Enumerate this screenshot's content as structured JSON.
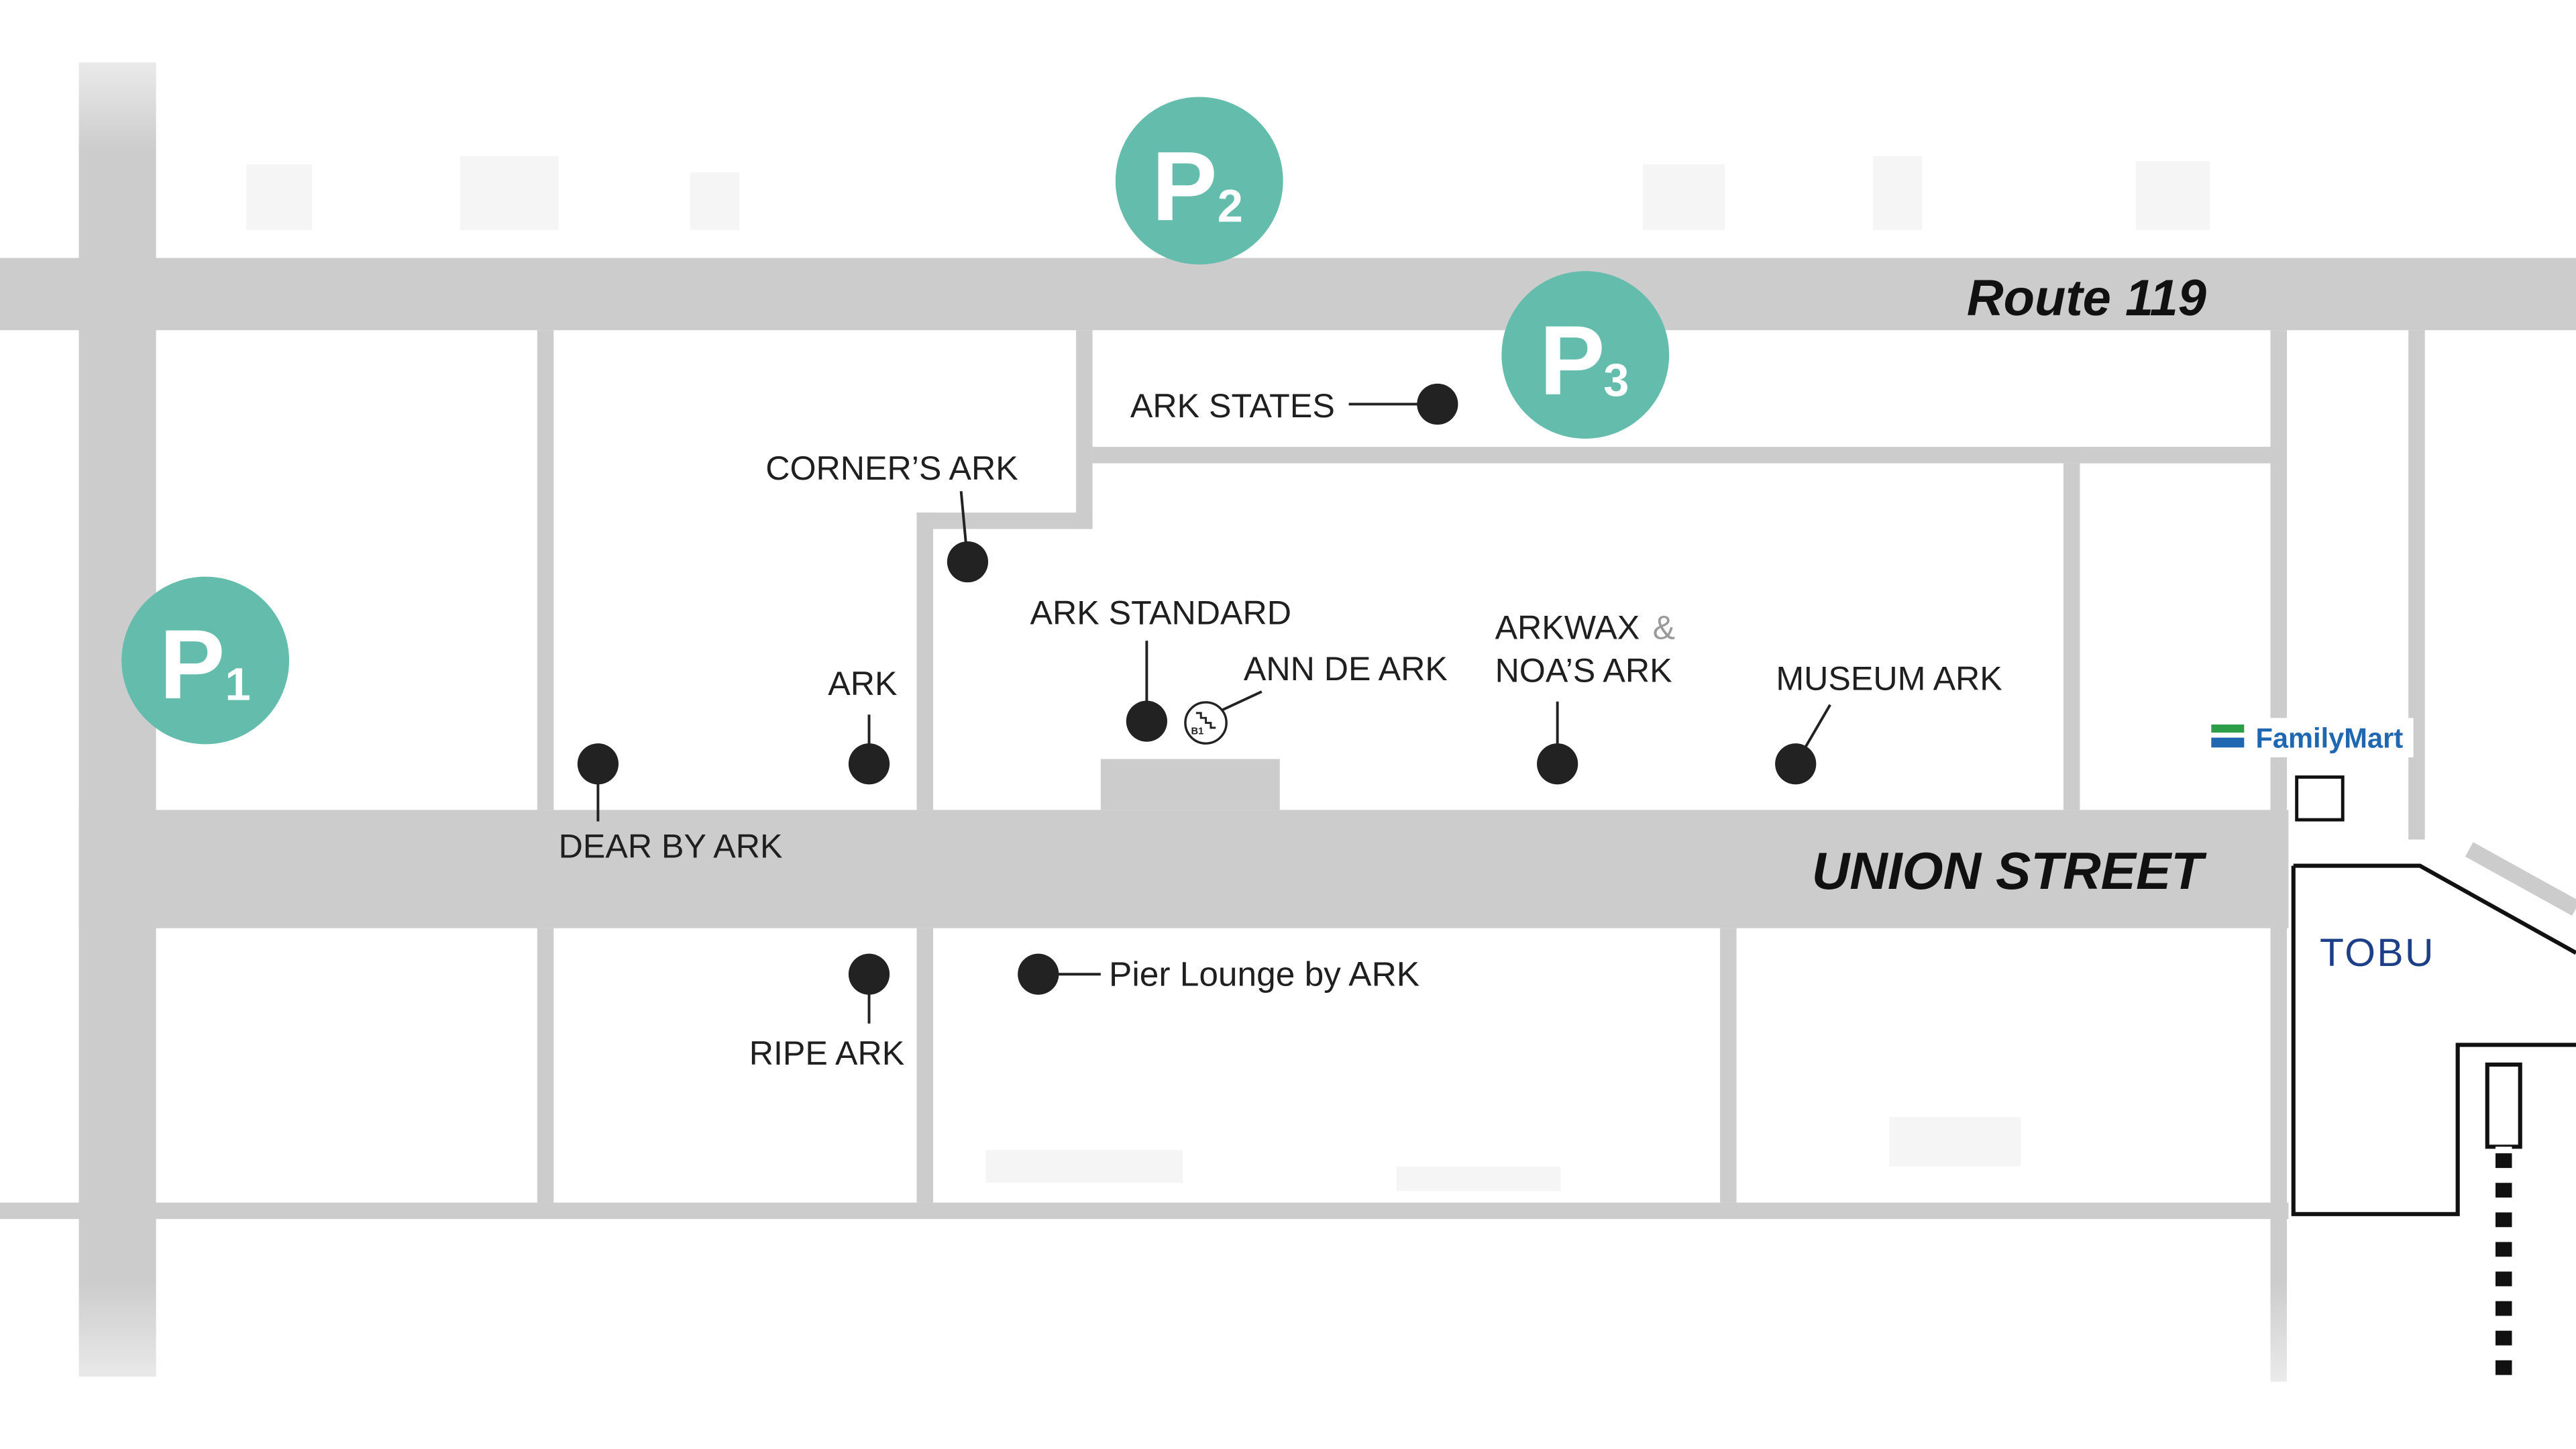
{
  "map": {
    "roads": {
      "top": "Route 119",
      "main": "UNION STREET"
    },
    "parking": [
      {
        "letter": "P",
        "number": "1"
      },
      {
        "letter": "P",
        "number": "2"
      },
      {
        "letter": "P",
        "number": "3"
      }
    ],
    "shops": {
      "ark_states": "ARK STATES",
      "corners_ark": "CORNER’S ARK",
      "ark_standard": "ARK STANDARD",
      "ann_de_ark": "ANN DE ARK",
      "ann_de_ark_floor": "B1",
      "arkwax": "ARKWAX",
      "ampersand": "&",
      "noas_ark": "NOA’S ARK",
      "museum_ark": "MUSEUM ARK",
      "ark": "ARK",
      "dear_by_ark": "DEAR BY ARK",
      "ripe_ark": "RIPE ARK",
      "pier_lounge": "Pier Lounge by ARK"
    },
    "landmarks": {
      "familymart": "FamilyMart",
      "tobu": "TOBU"
    }
  },
  "colors": {
    "road": "#cccccc",
    "parking": "#63bcac",
    "marker": "#222222",
    "background": "#ffffff",
    "familymart_blue": "#1f67b1",
    "familymart_green": "#2c9e4a",
    "tobu_blue": "#1d3f87",
    "tobu_red": "#d2222c"
  }
}
